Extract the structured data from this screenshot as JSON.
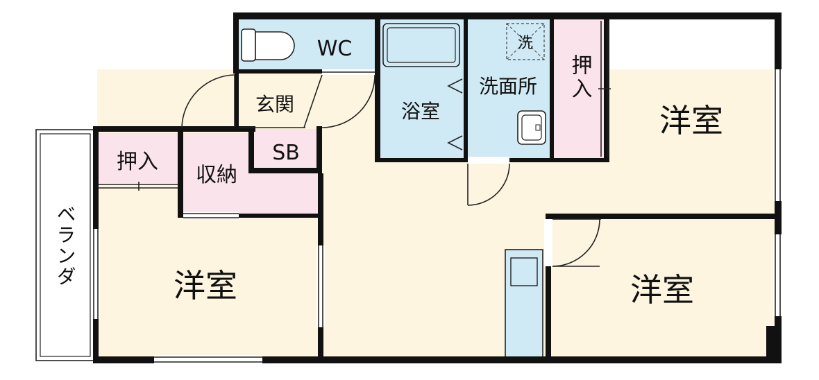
{
  "rooms": {
    "wc": "WC",
    "entrance": "玄関",
    "shoe_box": "SB",
    "bath": "浴室",
    "washroom": "洗面所",
    "washer": "洗",
    "closet_right": "押入",
    "closet_left": "押入",
    "storage": "収納",
    "west_room": "洋室",
    "ne_room": "洋室",
    "se_room": "洋室",
    "veranda": "ベランダ"
  },
  "colors": {
    "wet_area": "#cfe9f5",
    "closet": "#fbe3ec",
    "floor": "#fdf5e0",
    "wall": "#111111",
    "veranda": "#ffffff"
  }
}
